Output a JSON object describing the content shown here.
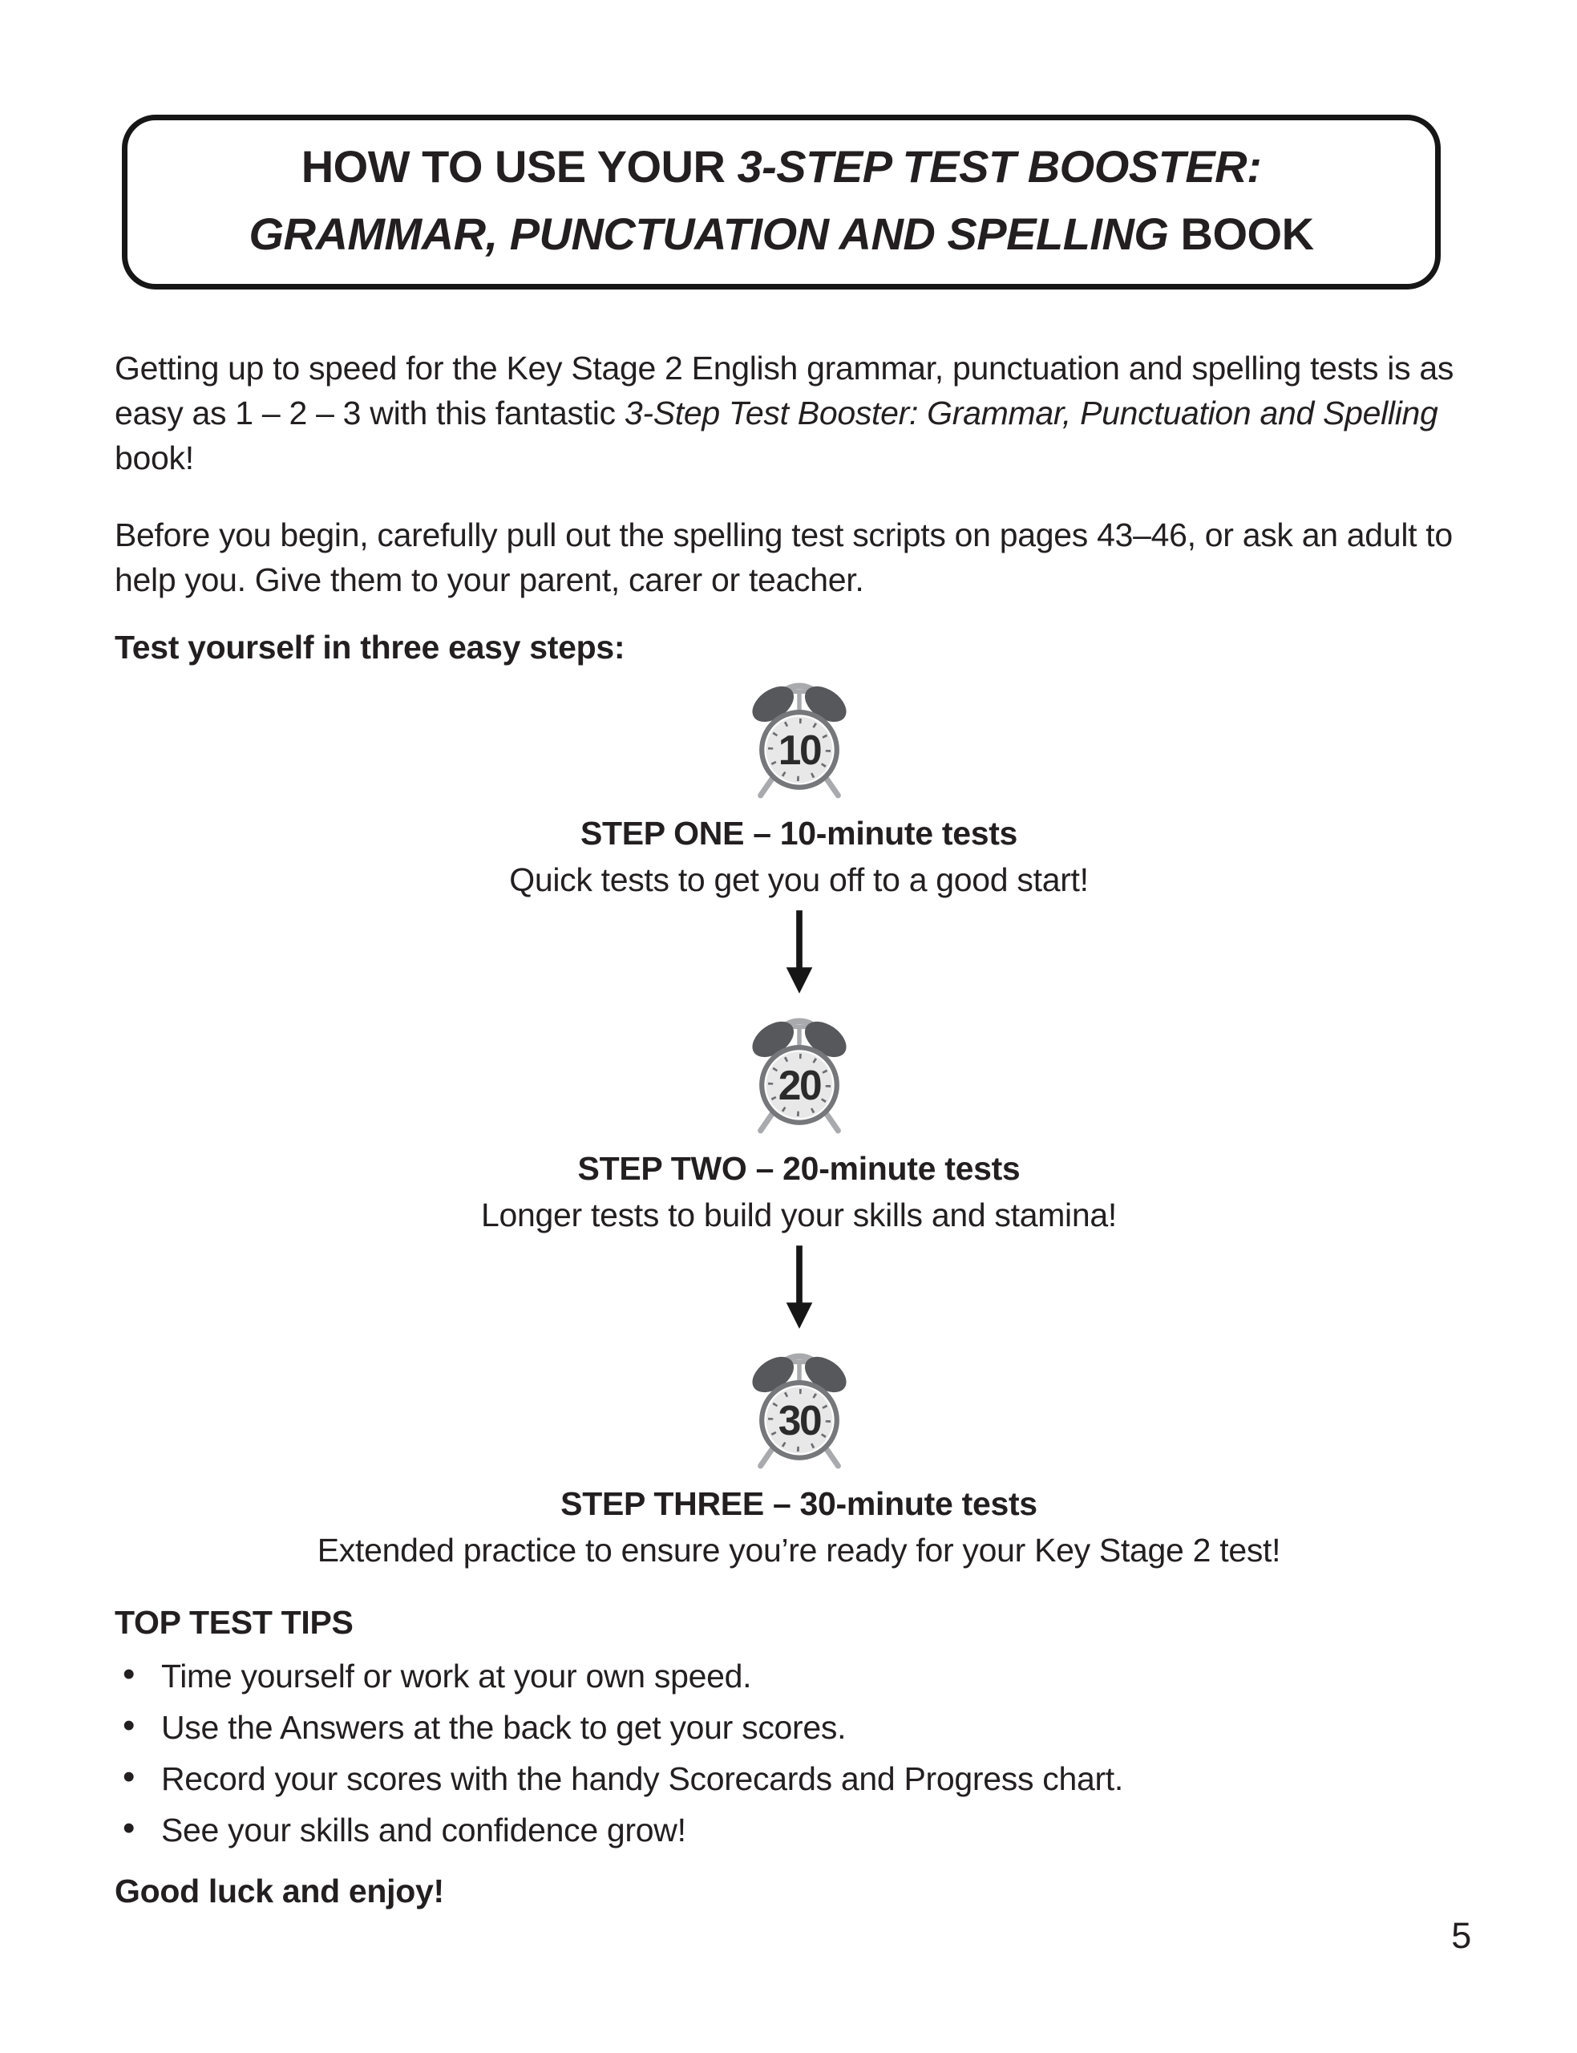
{
  "page": {
    "number": "5"
  },
  "title": {
    "line1_regular": "HOW TO USE YOUR ",
    "line1_italic": "3-STEP TEST BOOSTER:",
    "line2_italic": "GRAMMAR, PUNCTUATION AND SPELLING",
    "line2_regular": " BOOK"
  },
  "intro": {
    "p1_before": "Getting up to speed for the Key Stage 2 English grammar, punctuation and spelling tests is as easy as 1 – 2 – 3 with this fantastic ",
    "p1_italic": "3-Step Test Booster: Grammar, Punctuation and Spelling",
    "p1_after": " book!",
    "p2": "Before you begin, carefully pull out the spelling test scripts on pages 43–46, or ask an adult to help you. Give them to your parent, carer or teacher.",
    "steps_heading": "Test yourself in three easy steps:"
  },
  "steps": [
    {
      "clock_number": "10",
      "title": "STEP ONE – 10-minute tests",
      "description": "Quick tests to get you off to a good start!"
    },
    {
      "clock_number": "20",
      "title": "STEP TWO – 20-minute tests",
      "description": "Longer tests to build your skills and stamina!"
    },
    {
      "clock_number": "30",
      "title": "STEP THREE – 30-minute tests",
      "description": "Extended practice to ensure you’re ready for your Key Stage 2 test!"
    }
  ],
  "tips": {
    "heading": "TOP TEST TIPS",
    "items": [
      "Time yourself or work at your own speed.",
      "Use the Answers at the back to get your scores.",
      "Record your scores with the handy Scorecards and Progress chart.",
      "See your skills and confidence grow!"
    ],
    "closing": "Good luck and enjoy!"
  },
  "colors": {
    "text": "#231f20",
    "box_border": "#161616",
    "clock_ring": "#76777a",
    "clock_face": "#e8e8e9",
    "clock_bells": "#57585b",
    "clock_hardware": "#a8aaad",
    "clock_number": "#2b2b2c",
    "arrow": "#161616"
  }
}
